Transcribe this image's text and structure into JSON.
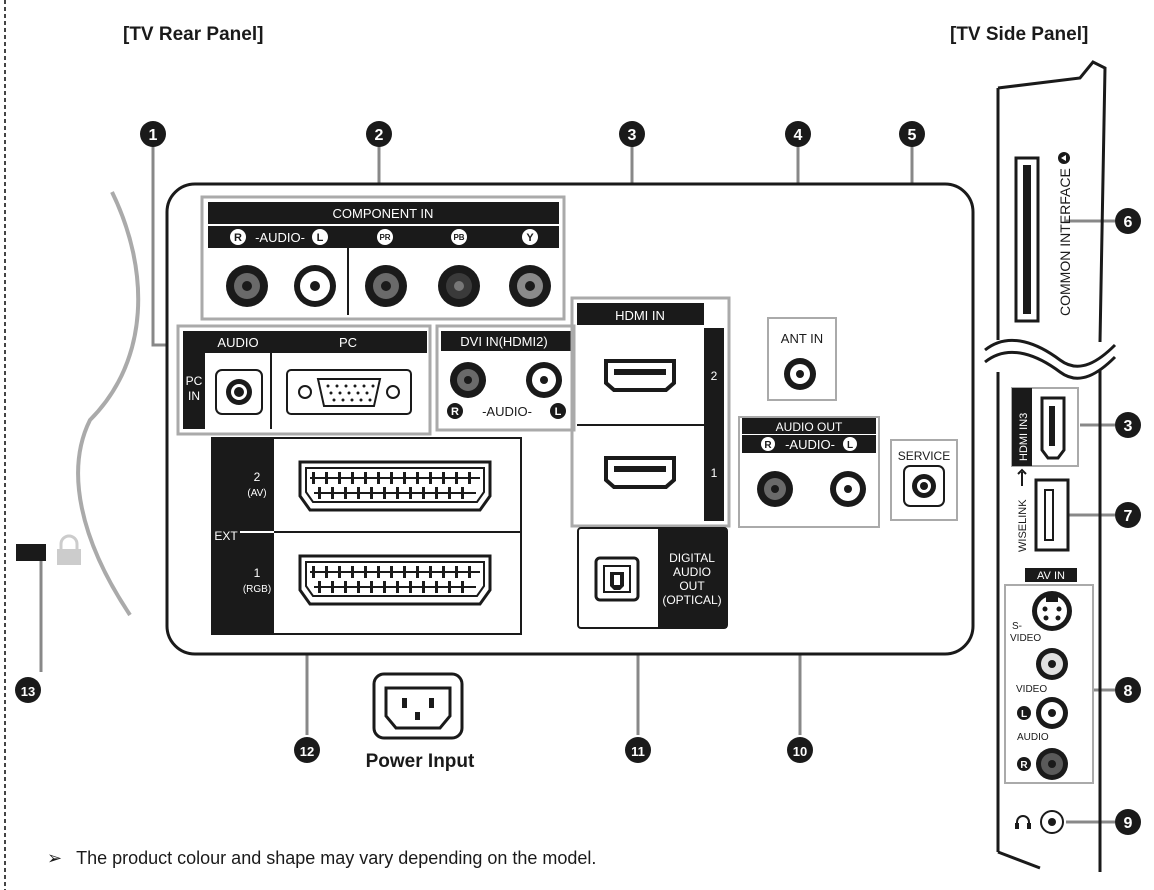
{
  "headings": {
    "rear": "[TV Rear Panel]",
    "side": "[TV Side Panel]"
  },
  "rear_panel": {
    "component_in": {
      "title": "COMPONENT IN",
      "audio_label": "-AUDIO-",
      "ch_r": "R",
      "ch_l": "L",
      "pr": "PR",
      "pb": "PB",
      "y": "Y"
    },
    "pc_in": {
      "side_label_1": "PC",
      "side_label_2": "IN",
      "audio": "AUDIO",
      "pc": "PC"
    },
    "dvi_in": {
      "title": "DVI IN(HDMI2)",
      "audio_label": "-AUDIO-",
      "ch_r": "R",
      "ch_l": "L"
    },
    "hdmi_in": {
      "title": "HDMI IN",
      "port_2": "2",
      "port_1": "1"
    },
    "ant_in": "ANT IN",
    "audio_out": {
      "title": "AUDIO OUT",
      "audio_label": "-AUDIO-",
      "ch_r": "R",
      "ch_l": "L"
    },
    "service": "SERVICE",
    "ext": {
      "label": "EXT",
      "port_2": "2",
      "port_2_sub": "(AV)",
      "port_1": "1",
      "port_1_sub": "(RGB)"
    },
    "digital_audio_out": [
      "DIGITAL",
      "AUDIO",
      "OUT",
      "(OPTICAL)"
    ],
    "power_input": "Power Input"
  },
  "side_panel": {
    "common_interface": "COMMON INTERFACE",
    "hdmi_in3": "HDMI IN3",
    "wiselink": "WISELINK",
    "av_in": "AV IN",
    "s_video_1": "S-",
    "s_video_2": "VIDEO",
    "video": "VIDEO",
    "audio": "AUDIO",
    "ch_l": "L",
    "ch_r": "R"
  },
  "callouts": [
    "1",
    "2",
    "3",
    "4",
    "5",
    "6",
    "3",
    "7",
    "8",
    "9",
    "10",
    "11",
    "12",
    "13"
  ],
  "note": {
    "arrow": "➢",
    "text": "The product colour and shape may vary depending on the model."
  }
}
